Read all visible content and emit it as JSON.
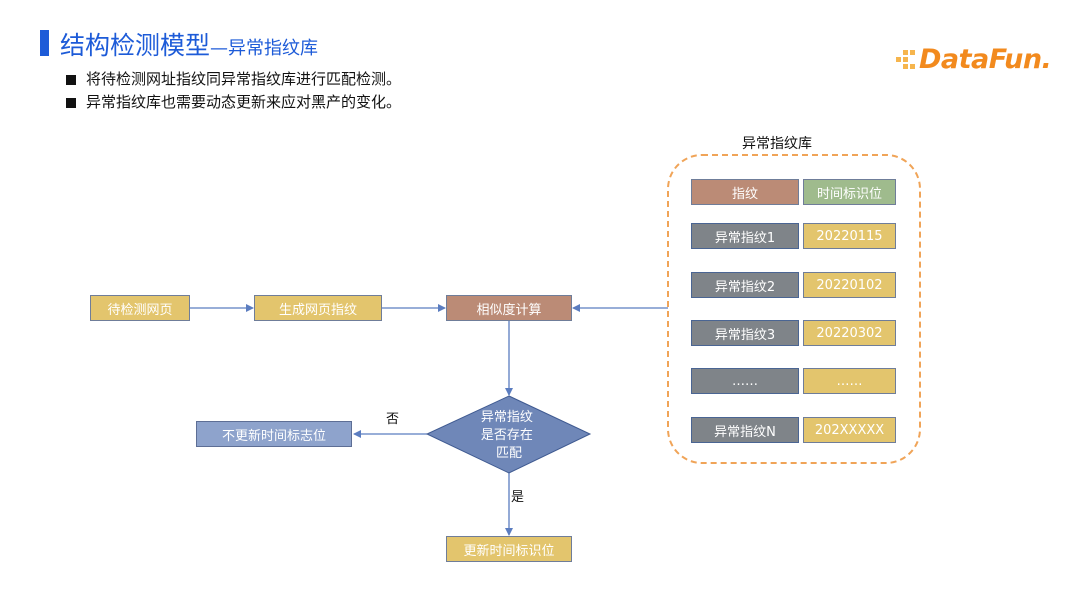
{
  "slide": {
    "title_main": "结构检测模型",
    "title_dash": "—",
    "title_sub": "异常指纹库",
    "bullets": [
      "将待检测网址指纹同异常指纹库进行匹配检测。",
      "异常指纹库也需要动态更新来应对黑产的变化。"
    ],
    "logo": "DataFun."
  },
  "flow": {
    "node_pending": "待检测网页",
    "node_generate": "生成网页指纹",
    "node_similarity": "相似度计算",
    "decision": [
      "异常指纹",
      "是否存在",
      "匹配"
    ],
    "label_no": "否",
    "label_yes": "是",
    "node_no_update": "不更新时间标志位",
    "node_update": "更新时间标识位"
  },
  "library": {
    "title": "异常指纹库",
    "header": {
      "fingerprint": "指纹",
      "timestamp": "时间标识位"
    },
    "rows": [
      {
        "fingerprint": "异常指纹1",
        "timestamp": "20220115"
      },
      {
        "fingerprint": "异常指纹2",
        "timestamp": "20220102"
      },
      {
        "fingerprint": "异常指纹3",
        "timestamp": "20220302"
      },
      {
        "fingerprint": "……",
        "timestamp": "……"
      },
      {
        "fingerprint": "异常指纹N",
        "timestamp": "202XXXXX"
      }
    ]
  },
  "colors": {
    "title_blue": "#1d5bd8",
    "logo_orange": "#f28a1e",
    "library_border": "#f0a458",
    "arrow": "#5b7dc0",
    "yellow_box": "#e3c56d",
    "brown_box": "#bb8b76",
    "gray_box": "#7f8489",
    "green_box": "#9fbb8d",
    "blue_box": "#8ea3cc",
    "diamond": "#6f87b8"
  }
}
